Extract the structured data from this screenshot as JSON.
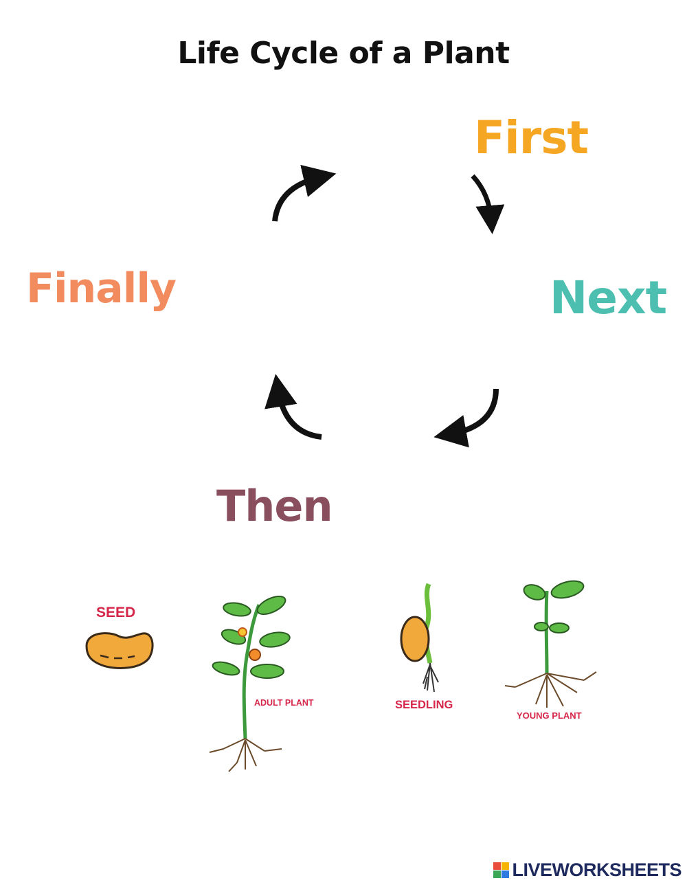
{
  "title": "Life Cycle of a Plant",
  "stages": {
    "first": "First",
    "next": "Next",
    "then": "Then",
    "finally": "Finally"
  },
  "pictures": {
    "seed": "SEED",
    "adult_plant": "ADULT PLANT",
    "seedling": "SEEDLING",
    "young_plant": "YOUNG PLANT"
  },
  "brand": "LIVEWORKSHEETS",
  "colors": {
    "first": "#F5A623",
    "next": "#4DBFB0",
    "then": "#8A4F5E",
    "finally": "#F28B5E",
    "picture_label": "#D6274A",
    "seed": "#F2A93B",
    "leaf": "#5DBB46",
    "brand": "#1E2A5E"
  },
  "icons": [
    "cycle-arrow-icon",
    "seed-icon",
    "adult-plant-icon",
    "seedling-icon",
    "young-plant-icon",
    "liveworksheets-logo-icon"
  ]
}
